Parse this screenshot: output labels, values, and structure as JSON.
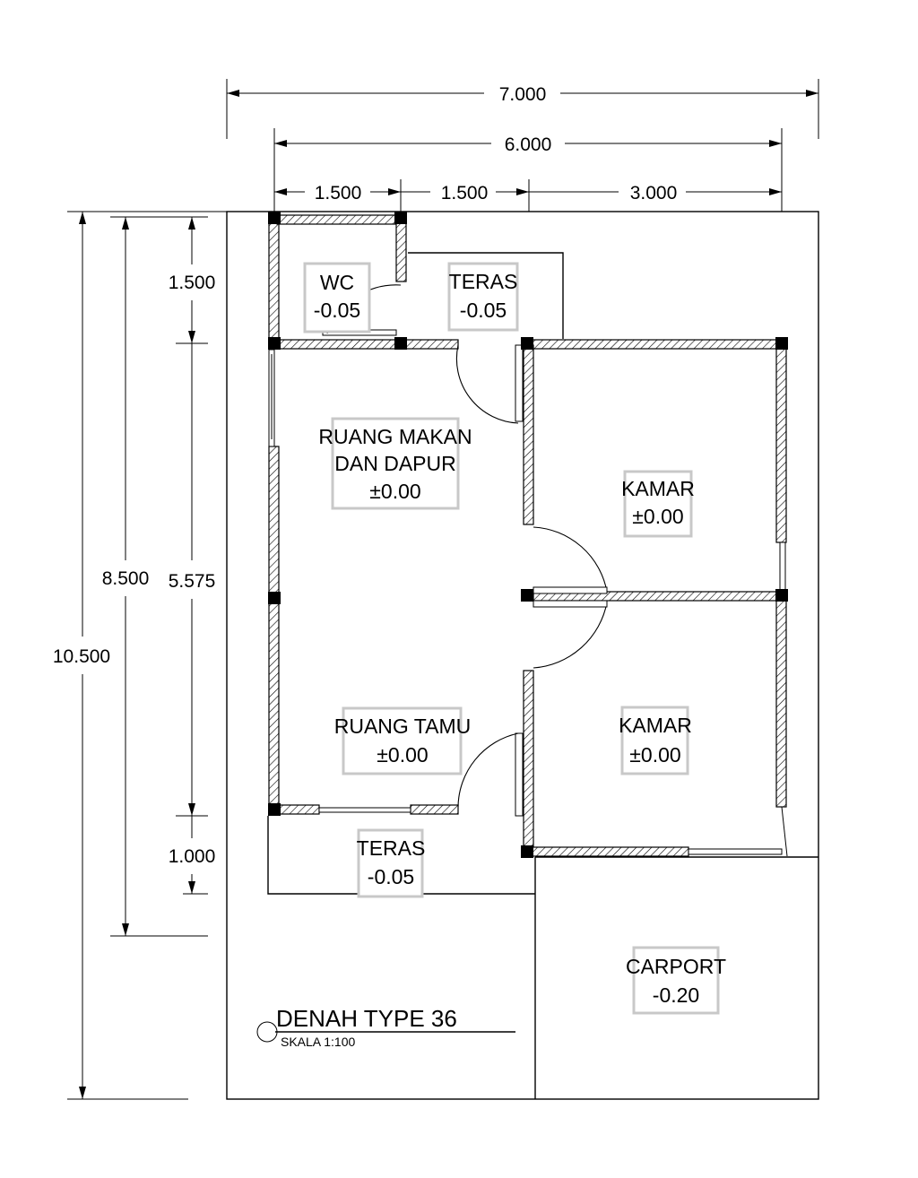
{
  "dimensions": {
    "top_total": "7.000",
    "top_inner": "6.000",
    "top_seg1": "1.500",
    "top_seg2": "1.500",
    "top_seg3": "3.000",
    "left_total": "10.500",
    "left_house": "8.500",
    "left_seg1": "1.500",
    "left_seg2": "5.575",
    "left_seg3": "1.000"
  },
  "rooms": {
    "wc": {
      "name": "WC",
      "level": "-0.05"
    },
    "teras_top": {
      "name": "TERAS",
      "level": "-0.05"
    },
    "ruang_makan": {
      "name_line1": "RUANG MAKAN",
      "name_line2": "DAN DAPUR",
      "level": "±0.00"
    },
    "kamar_1": {
      "name": "KAMAR",
      "level": "±0.00"
    },
    "ruang_tamu": {
      "name": "RUANG TAMU",
      "level": "±0.00"
    },
    "kamar_2": {
      "name": "KAMAR",
      "level": "±0.00"
    },
    "teras_bottom": {
      "name": "TERAS",
      "level": "-0.05"
    },
    "carport": {
      "name": "CARPORT",
      "level": "-0.20"
    }
  },
  "title": {
    "main": "DENAH TYPE 36",
    "scale": "SKALA 1:100"
  }
}
